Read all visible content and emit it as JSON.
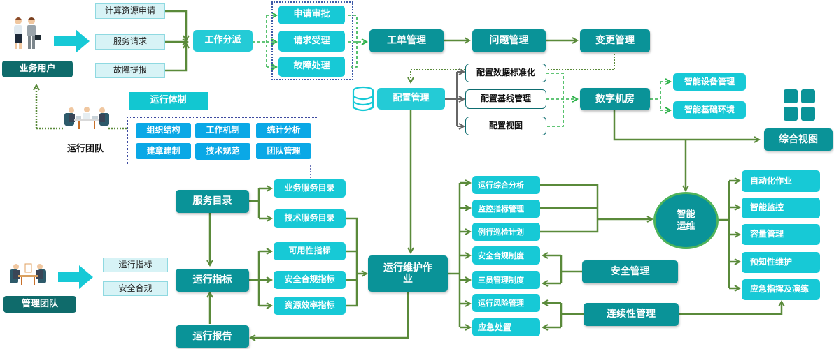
{
  "actors": {
    "business_users": "业务用户",
    "ops_team": "运行团队",
    "mgmt_team": "管理团队"
  },
  "requests": [
    "计算资源申请",
    "服务请求",
    "故障提报"
  ],
  "dispatch": "工作分派",
  "handling": [
    "申请审批",
    "请求受理",
    "故障处理"
  ],
  "flow_top": [
    "工单管理",
    "问题管理",
    "变更管理"
  ],
  "config": {
    "main": "配置管理",
    "items": [
      "配置数据标准化",
      "配置基线管理",
      "配置视图"
    ]
  },
  "datacenter": {
    "main": "数字机房",
    "items": [
      "智能设备管理",
      "智能基础环境"
    ]
  },
  "overview": "综合视图",
  "ops_system": {
    "header": "运行体制",
    "items": [
      "组织结构",
      "工作机制",
      "统计分析",
      "建章建制",
      "技术规范",
      "团队管理"
    ]
  },
  "mgmt_inputs": [
    "运行指标",
    "安全合规"
  ],
  "service_catalog": {
    "main": "服务目录",
    "items": [
      "业务服务目录",
      "技术服务目录"
    ]
  },
  "ops_metrics": {
    "main": "运行指标",
    "items": [
      "可用性指标",
      "安全合规指标",
      "资源效率指标"
    ]
  },
  "ops_report": "运行报告",
  "ops_work": "运行维护作业",
  "ops_tasks": [
    "运行综合分析",
    "监控指标管理",
    "例行巡检计划",
    "安全合规制度",
    "三员管理制度",
    "运行风险管理",
    "应急处置"
  ],
  "security_mgmt": "安全管理",
  "continuity_mgmt": "连续性管理",
  "aiops": {
    "main": "智能运维",
    "items": [
      "自动化作业",
      "智能监控",
      "容量管理",
      "预知性维护",
      "应急指挥及演练"
    ]
  },
  "colors": {
    "dark_teal": "#0a9398",
    "navy_teal": "#0f6b6b",
    "cyan": "#17c9d6",
    "light_cyan": "#d7f3f6",
    "blue": "#0aa8e6",
    "arrow_green": "#5a8a3a",
    "dashed_green": "#2eb24a",
    "dotted_blue": "#3d5aa8"
  }
}
